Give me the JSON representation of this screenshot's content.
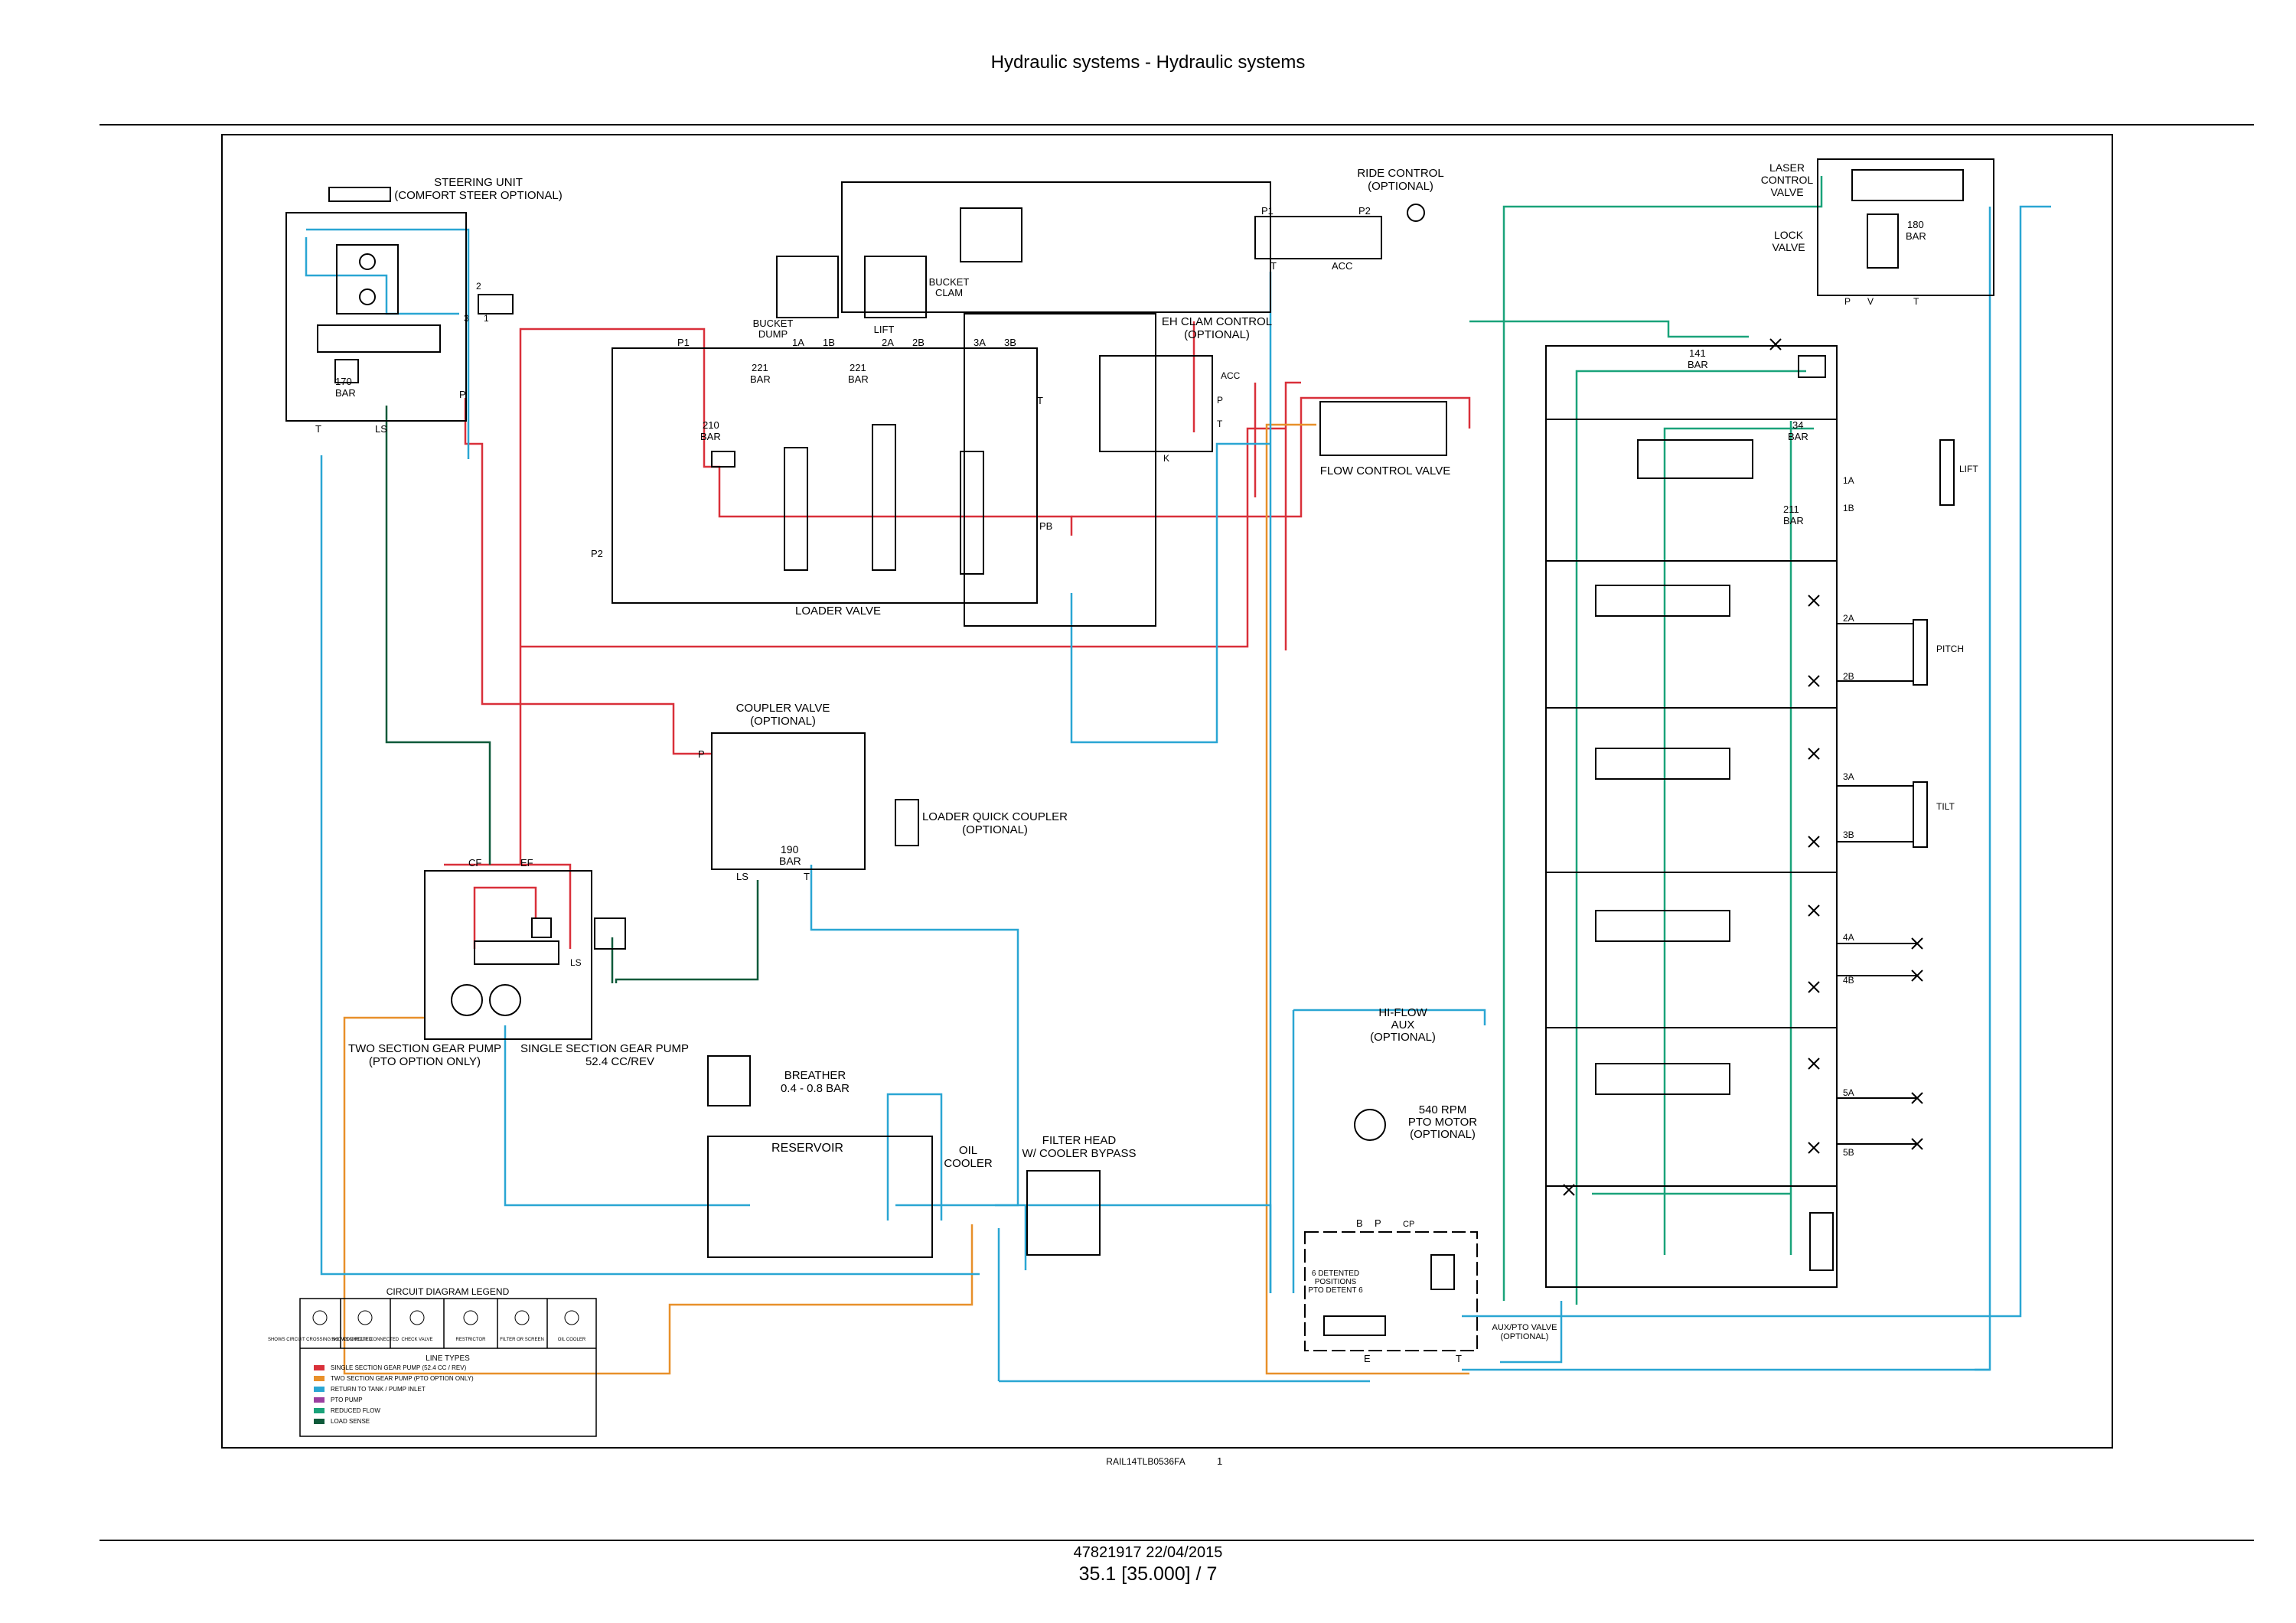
{
  "page": {
    "header": "Hydraulic systems - Hydraulic systems",
    "drawing_ref": "RAIL14TLB0536FA",
    "figure_number": "1",
    "doc_id": "47821917 22/04/2015",
    "page_number": "35.1 [35.000] / 7"
  },
  "colors": {
    "single_section_pump": "#d9303a",
    "two_section_pump": "#e8902a",
    "return": "#2aa6d3",
    "pto_pump": "#9b3fa0",
    "reduced_flow": "#1aa37a",
    "load_sense": "#0e5a3a"
  },
  "labels": {
    "steering_unit": "STEERING UNIT",
    "comfort_steer": "(COMFORT STEER OPTIONAL)",
    "steer_170": "170",
    "bar": "BAR",
    "port_t": "T",
    "port_ls": "LS",
    "port_p": "P",
    "port_2": "2",
    "port_3": "3",
    "port_1": "1",
    "bucket_dump": "BUCKET",
    "bucket_dump_2": "DUMP",
    "lift": "LIFT",
    "bucket_clam": "BUCKET",
    "bucket_clam_2": "CLAM",
    "p1": "P1",
    "p2": "P2",
    "pb": "PB",
    "p1a": "1A",
    "p1b": "1B",
    "p2a": "2A",
    "p2b": "2B",
    "p3a": "3A",
    "p3b": "3B",
    "lv_221a": "221",
    "lv_221b": "221",
    "lv_210": "210",
    "loader_valve": "LOADER VALVE",
    "ride_control": "RIDE CONTROL",
    "optional": "(OPTIONAL)",
    "acc": "ACC",
    "eh_clam": "EH CLAM CONTROL",
    "port_k": "K",
    "flow_control": "FLOW CONTROL VALVE",
    "laser_1": "LASER",
    "laser_2": "CONTROL",
    "laser_3": "VALVE",
    "lock_1": "LOCK",
    "lock_2": "VALVE",
    "lock_180": "180",
    "port_v": "V",
    "bar_141": "141",
    "bar_34": "34",
    "bar_211": "211",
    "lift_cyl": "LIFT",
    "pitch": "PITCH",
    "tilt": "TILT",
    "a2": "2A",
    "b2": "2B",
    "a3": "3A",
    "b3": "3B",
    "a4": "4A",
    "b4": "4B",
    "a5": "5A",
    "b5": "5B",
    "coupler_valve": "COUPLER VALVE",
    "coupler_190": "190",
    "loader_qc": "LOADER QUICK COUPLER",
    "cf": "CF",
    "ef": "EF",
    "two_section": "TWO SECTION GEAR PUMP",
    "pto_only": "(PTO OPTION ONLY)",
    "single_section": "SINGLE SECTION GEAR PUMP",
    "cc_rev": "52.4 CC/REV",
    "breather": "BREATHER",
    "breather_bar": "0.4 - 0.8 BAR",
    "reservoir": "RESERVOIR",
    "oil_cooler_1": "OIL",
    "oil_cooler_2": "COOLER",
    "filter_head": "FILTER HEAD",
    "cooler_bypass": "W/ COOLER BYPASS",
    "hi_flow_1": "HI-FLOW",
    "hi_flow_2": "AUX",
    "pto_rpm": "540 RPM",
    "pto_motor": "PTO MOTOR",
    "port_b": "B",
    "port_e": "E",
    "port_cp": "CP",
    "detent_1": "6 DETENTED",
    "detent_2": "POSITIONS",
    "detent_3": "PTO DETENT 6",
    "aux_pto_1": "AUX/PTO VALVE",
    "aux_pto_2": "(OPTIONAL)"
  },
  "legend": {
    "title": "CIRCUIT DIAGRAM LEGEND",
    "symbols": [
      "SHOWS CIRCUIT CROSSING NOT CONNECTED",
      "SHOWS CIRCUIT CONNECTED",
      "CHECK VALVE",
      "RESTRICTOR",
      "FILTER OR SCREEN",
      "OIL COOLER"
    ],
    "line_types_title": "LINE TYPES",
    "line_types": [
      {
        "label": "SINGLE SECTION GEAR PUMP (52.4 CC / REV)",
        "color": "#d9303a"
      },
      {
        "label": "TWO SECTION GEAR PUMP (PTO OPTION ONLY)",
        "color": "#e8902a"
      },
      {
        "label": "RETURN TO TANK / PUMP INLET",
        "color": "#2aa6d3"
      },
      {
        "label": "PTO PUMP",
        "color": "#9b3fa0"
      },
      {
        "label": "REDUCED FLOW",
        "color": "#1aa37a"
      },
      {
        "label": "LOAD SENSE",
        "color": "#0e5a3a"
      }
    ]
  }
}
